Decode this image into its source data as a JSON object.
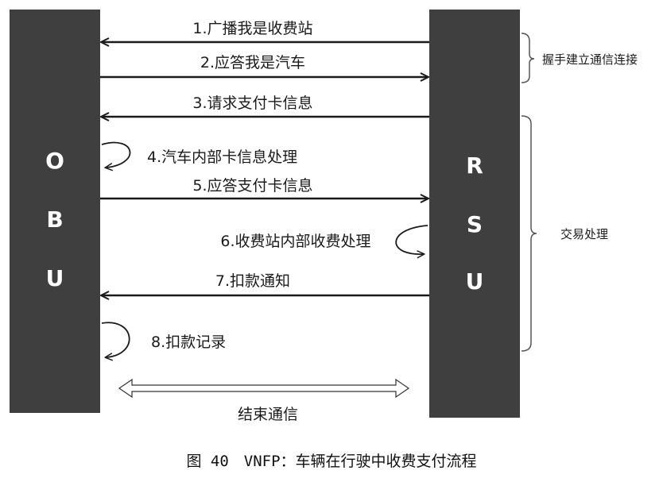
{
  "obu": {
    "letters": [
      "O",
      "B",
      "U"
    ]
  },
  "rsu": {
    "letters": [
      "R",
      "S",
      "U"
    ]
  },
  "messages": [
    {
      "label": "1.广播我是收费站",
      "direction": "rsu-to-obu"
    },
    {
      "label": "2.应答我是汽车",
      "direction": "obu-to-rsu"
    },
    {
      "label": "3.请求支付卡信息",
      "direction": "rsu-to-obu"
    },
    {
      "label": "4.汽车内部卡信息处理",
      "direction": "obu-self"
    },
    {
      "label": "5.应答支付卡信息",
      "direction": "obu-to-rsu"
    },
    {
      "label": "6.收费站内部收费处理",
      "direction": "rsu-self"
    },
    {
      "label": "7.扣款通知",
      "direction": "rsu-to-obu"
    },
    {
      "label": "8.扣款记录",
      "direction": "obu-self"
    }
  ],
  "phases": [
    {
      "label": "握手建立通信连接"
    },
    {
      "label": "交易处理"
    }
  ],
  "end_label": "结束通信",
  "caption": "图 40　VNFP：车辆在行驶中收费支付流程",
  "colors": {
    "block": "#3f3f3f",
    "line": "#1a1a1a",
    "text": "#1a1a1a"
  }
}
